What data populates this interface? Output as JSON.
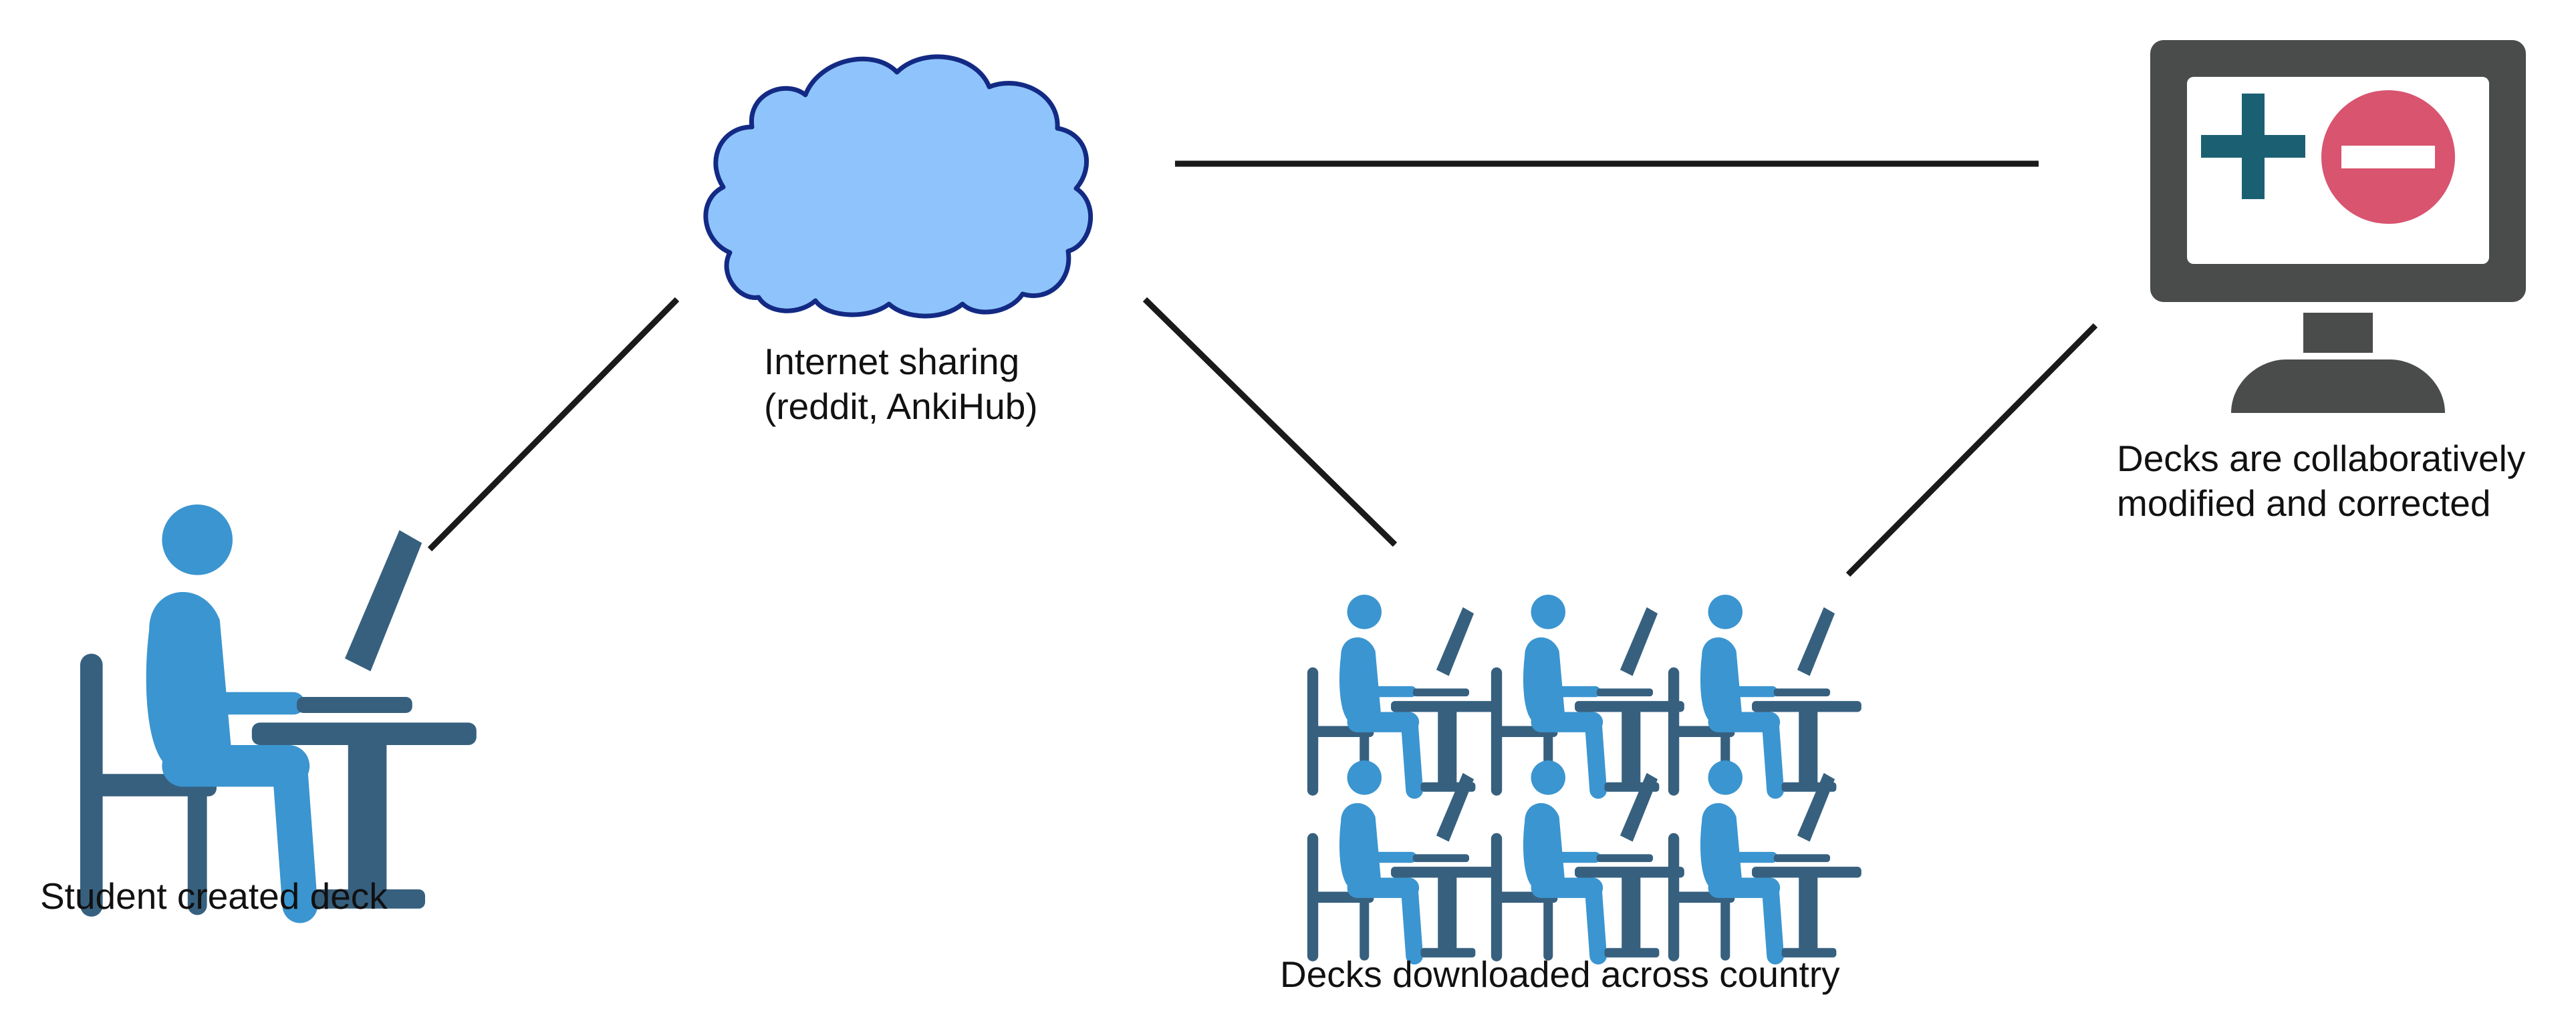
{
  "labels": {
    "student": "Student created deck",
    "internet_line1": "Internet sharing",
    "internet_line2": "(reddit, AnkiHub)",
    "downloaded": "Decks downloaded across country",
    "modified_line1": "Decks are collaboratively",
    "modified_line2": "modified and corrected"
  },
  "icons": {
    "student": "student-at-desk-icon",
    "cloud": "cloud-icon",
    "students_group": "student-group-icon",
    "monitor": "monitor-icon",
    "plus": "plus-icon",
    "minus": "minus-circle-icon"
  },
  "colors": {
    "person": "#3b95d0",
    "furniture": "#37607f",
    "cloud_fill": "#8ec4fb",
    "cloud_stroke": "#132a84",
    "monitor": "#4a4b4b",
    "plus": "#1b6072",
    "minus": "#d8546f",
    "arrow": "#1a1a1a",
    "text": "#111111"
  }
}
